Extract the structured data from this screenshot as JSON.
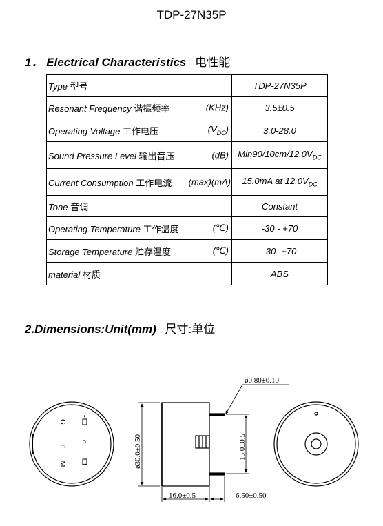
{
  "document": {
    "title": "TDP-27N35P"
  },
  "section1": {
    "number": "1．",
    "title": "Electrical Characteristics",
    "title_cn": "电性能"
  },
  "table": {
    "header": {
      "label": "Type",
      "label_cn": "型号",
      "value": "TDP-27N35P"
    },
    "rows": [
      {
        "label": "Resonant Frequency",
        "label_cn": "谐振频率",
        "unit": "(KHz)",
        "value": "3.5±0.5"
      },
      {
        "label": "Operating Voltage",
        "label_cn": "工作电压",
        "unit_main": "(V",
        "unit_sub": "DC",
        "unit_end": ")",
        "value": "3.0-28.0"
      },
      {
        "label": "Sound Pressure Level",
        "label_cn": "输出音压",
        "unit": "(dB)",
        "value_main": "Min90/10cm/12.0V",
        "value_sub": "DC"
      },
      {
        "label": "Current Consumption",
        "label_cn": "工作电流",
        "unit": "(max)(mA)",
        "value_main": "15.0mA at 12.0V",
        "value_sub": "DC"
      },
      {
        "label": "Tone",
        "label_cn": "音调",
        "unit": "",
        "value": "Constant"
      },
      {
        "label": "Operating Temperature",
        "label_cn": "工作温度",
        "unit": "(℃)",
        "value": "-30 - +70"
      },
      {
        "label": "Storage Temperature",
        "label_cn": "贮存温度",
        "unit": "(℃)",
        "value": "-30- +70"
      },
      {
        "label": "material",
        "label_cn": "材质",
        "unit": "",
        "value": "ABS"
      }
    ]
  },
  "section2": {
    "title": "2.Dimensions:Unit(mm)",
    "title_cn": "尺寸:单位"
  },
  "drawing": {
    "pin_diameter": "ø0.80±0.10",
    "body_diameter": "ø30.0±0.50",
    "pin_spacing": "15.0±0.5",
    "body_height": "16.0±0.5",
    "pin_length": "6.50±0.50",
    "marks": [
      "G",
      "F",
      "M",
      "-",
      "o",
      "+"
    ]
  }
}
